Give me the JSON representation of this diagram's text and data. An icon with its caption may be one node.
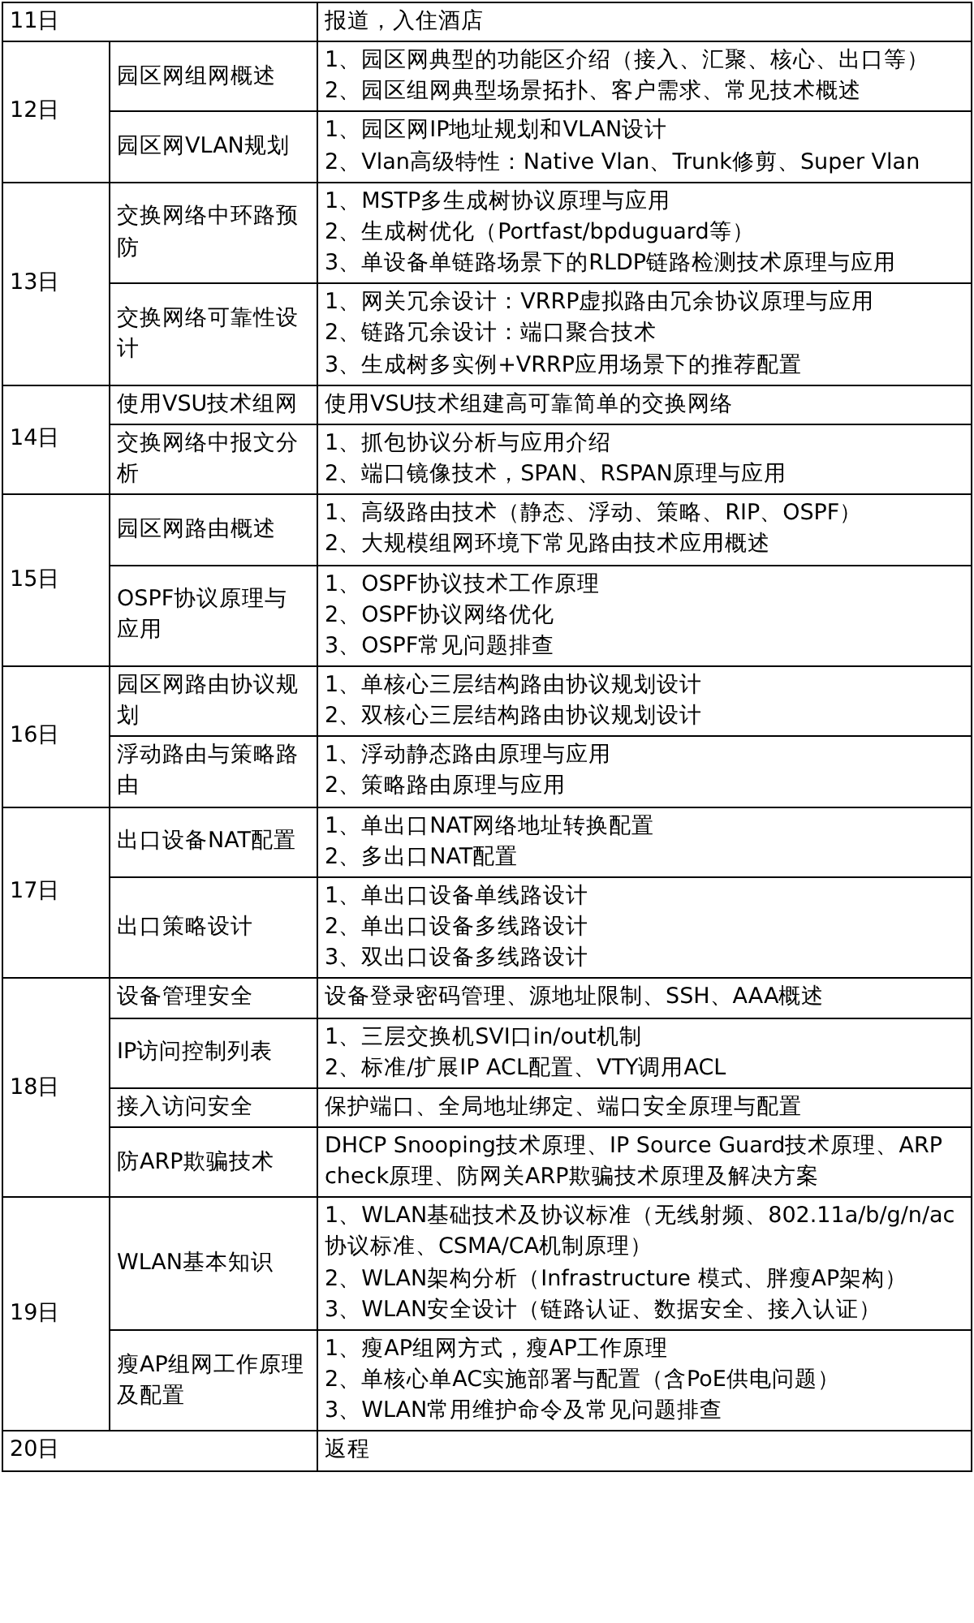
{
  "diagram": {
    "labels": [
      "11日",
      "报道，入住酒店",
      "12日",
      "园区网组网概述",
      "1、园区网典型的功能区介绍（接入、汇聚、核心、出口等）",
      "2、园区组网典型场景拓扑、客户需求、常见技术概述",
      "园区网VLAN规划",
      "1、园区网IP地址规划和VLAN设计",
      "2、Vlan高级特性：Native Vlan、Trunk修剪、Super Vlan",
      "13日",
      "交换网络中环路预防",
      "1、MSTP多生成树协议原理与应用",
      "2、生成树优化（Portfast/bpduguard等）",
      "3、单设备单链路场景下的RLDP链路检测技术原理与应用",
      "交换网络可靠性设计",
      "1、网关冗余设计：VRRP虚拟路由冗余协议原理与应用",
      "2、链路冗余设计：端口聚合技术",
      "3、生成树多实例+VRRP应用场景下的推荐配置",
      "14日",
      "使用VSU技术组网",
      "使用VSU技术组建高可靠简单的交换网络",
      "交换网络中报文分析",
      "1、抓包协议分析与应用介绍",
      "2、端口镜像技术，SPAN、RSPAN原理与应用",
      "15日",
      "园区网路由概述",
      "1、高级路由技术（静态、浮动、策略、RIP、OSPF）",
      "2、大规模组网环境下常见路由技术应用概述",
      "OSPF协议原理与应用",
      "1、OSPF协议技术工作原理",
      "2、OSPF协议网络优化",
      "3、OSPF常见问题排查",
      "16日",
      "园区网路由协议规划",
      "1、单核心三层结构路由协议规划设计",
      "2、双核心三层结构路由协议规划设计",
      "浮动路由与策略路由",
      "1、浮动静态路由原理与应用",
      "2、策略路由原理与应用",
      "17日",
      "出口设备NAT配置",
      "1、单出口NAT网络地址转换配置",
      "2、多出口NAT配置",
      "出口策略设计",
      "1、单出口设备单线路设计",
      "2、单出口设备多线路设计",
      "3、双出口设备多线路设计",
      "18日",
      "设备管理安全",
      "设备登录密码管理、源地址限制、SSH、AAA概述",
      "IP访问控制列表",
      "1、三层交换机SVI口in/out机制",
      "2、标准/扩展IP ACL配置、VTY调用ACL",
      "接入访问安全",
      "保护端口、全局地址绑定、端口安全原理与配置",
      "防ARP欺骗技术",
      "DHCP Snooping技术原理、IP Source Guard技术原理、ARP check原理、防网关ARP欺骗技术原理及解决方案",
      "19日",
      "WLAN基本知识",
      "1、WLAN基础技术及协议标准（无线射频、802.11a/b/g/n/ac协议标准、CSMA/CA机制原理）",
      "2、WLAN架构分析（Infrastructure 模式、胖瘦AP架构）",
      "3、WLAN安全设计（链路认证、数据安全、接入认证）",
      "瘦AP组网工作原理及配置",
      "1、瘦AP组网方式，瘦AP工作原理",
      "2、单核心单AC实施部署与配置（含PoE供电问题）",
      "3、WLAN常用维护命令及常见问题排查",
      "20日",
      "返程"
    ]
  }
}
